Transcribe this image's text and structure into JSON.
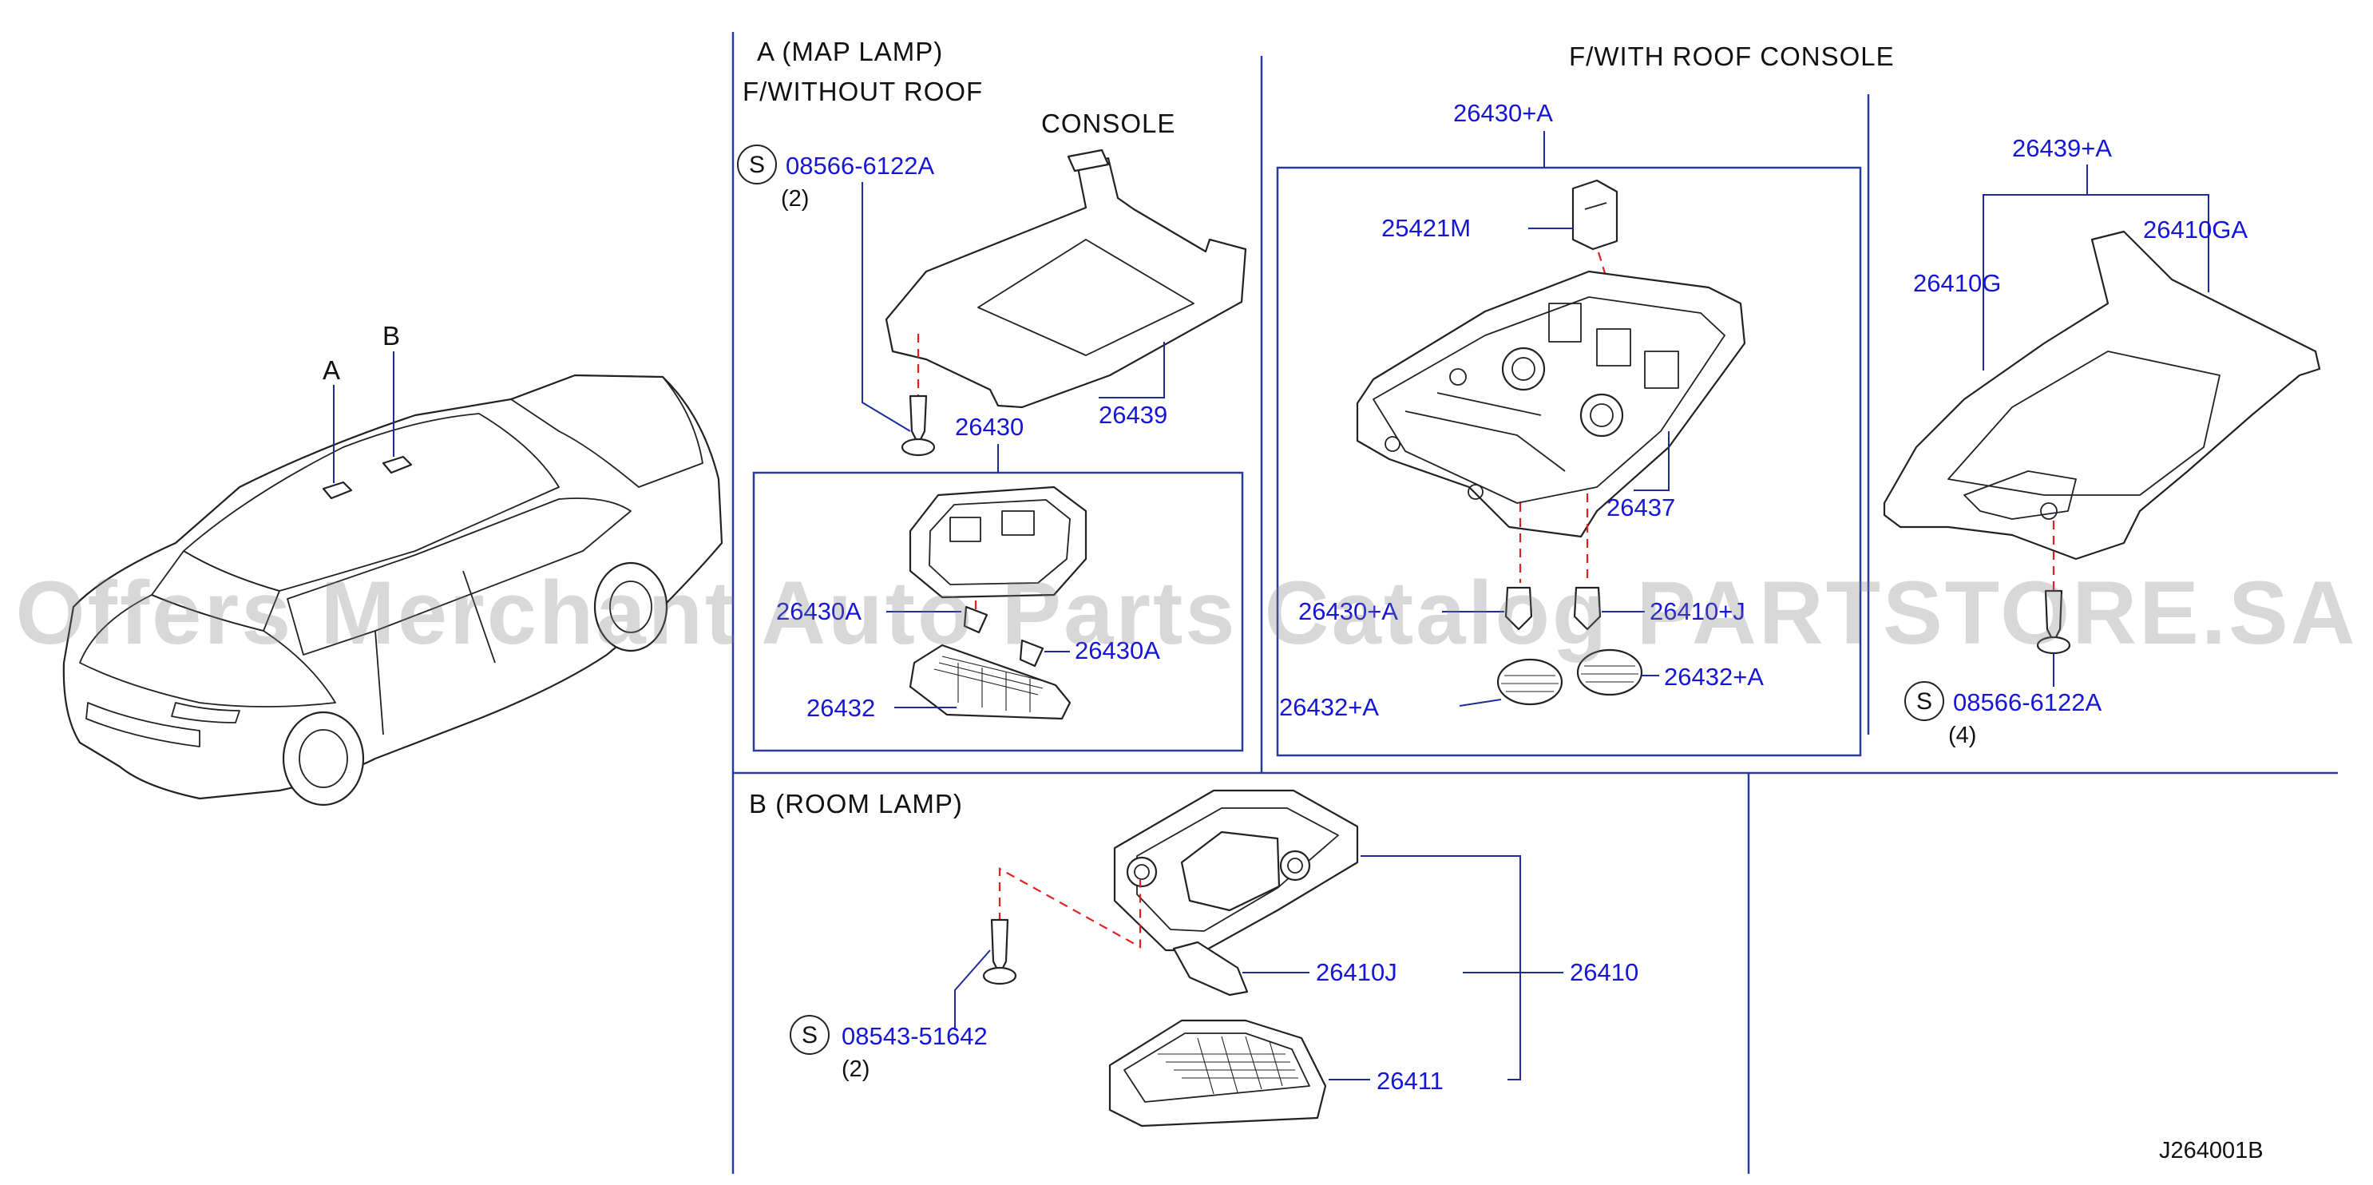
{
  "diagram_code": "J264001B",
  "watermark": "Offers Merchant Auto Parts Catalog PARTSTORE.SA",
  "vehicle_markers": [
    "A",
    "B"
  ],
  "section_a": {
    "title": "A (MAP LAMP)",
    "subtitle_line1": "F/WITHOUT ROOF",
    "subtitle_line2": "CONSOLE",
    "screw": {
      "symbol": "S",
      "part": "08566-6122A",
      "qty": "(2)"
    },
    "parts": [
      "26430",
      "26439",
      "26430A",
      "26430A",
      "26432"
    ]
  },
  "section_roof_console": {
    "title": "F/WITH ROOF CONSOLE",
    "assembly": "26430+A",
    "parts": [
      "25421M",
      "26437",
      "26430+A",
      "26410+J",
      "26432+A",
      "26432+A"
    ]
  },
  "section_bracket": {
    "assembly": "26439+A",
    "parts": [
      "26410G",
      "26410GA"
    ],
    "screw": {
      "symbol": "S",
      "part": "08566-6122A",
      "qty": "(4)"
    }
  },
  "section_b": {
    "title": "B (ROOM LAMP)",
    "screw": {
      "symbol": "S",
      "part": "08543-51642",
      "qty": "(2)"
    },
    "parts": [
      "26410J",
      "26410",
      "26411"
    ]
  }
}
